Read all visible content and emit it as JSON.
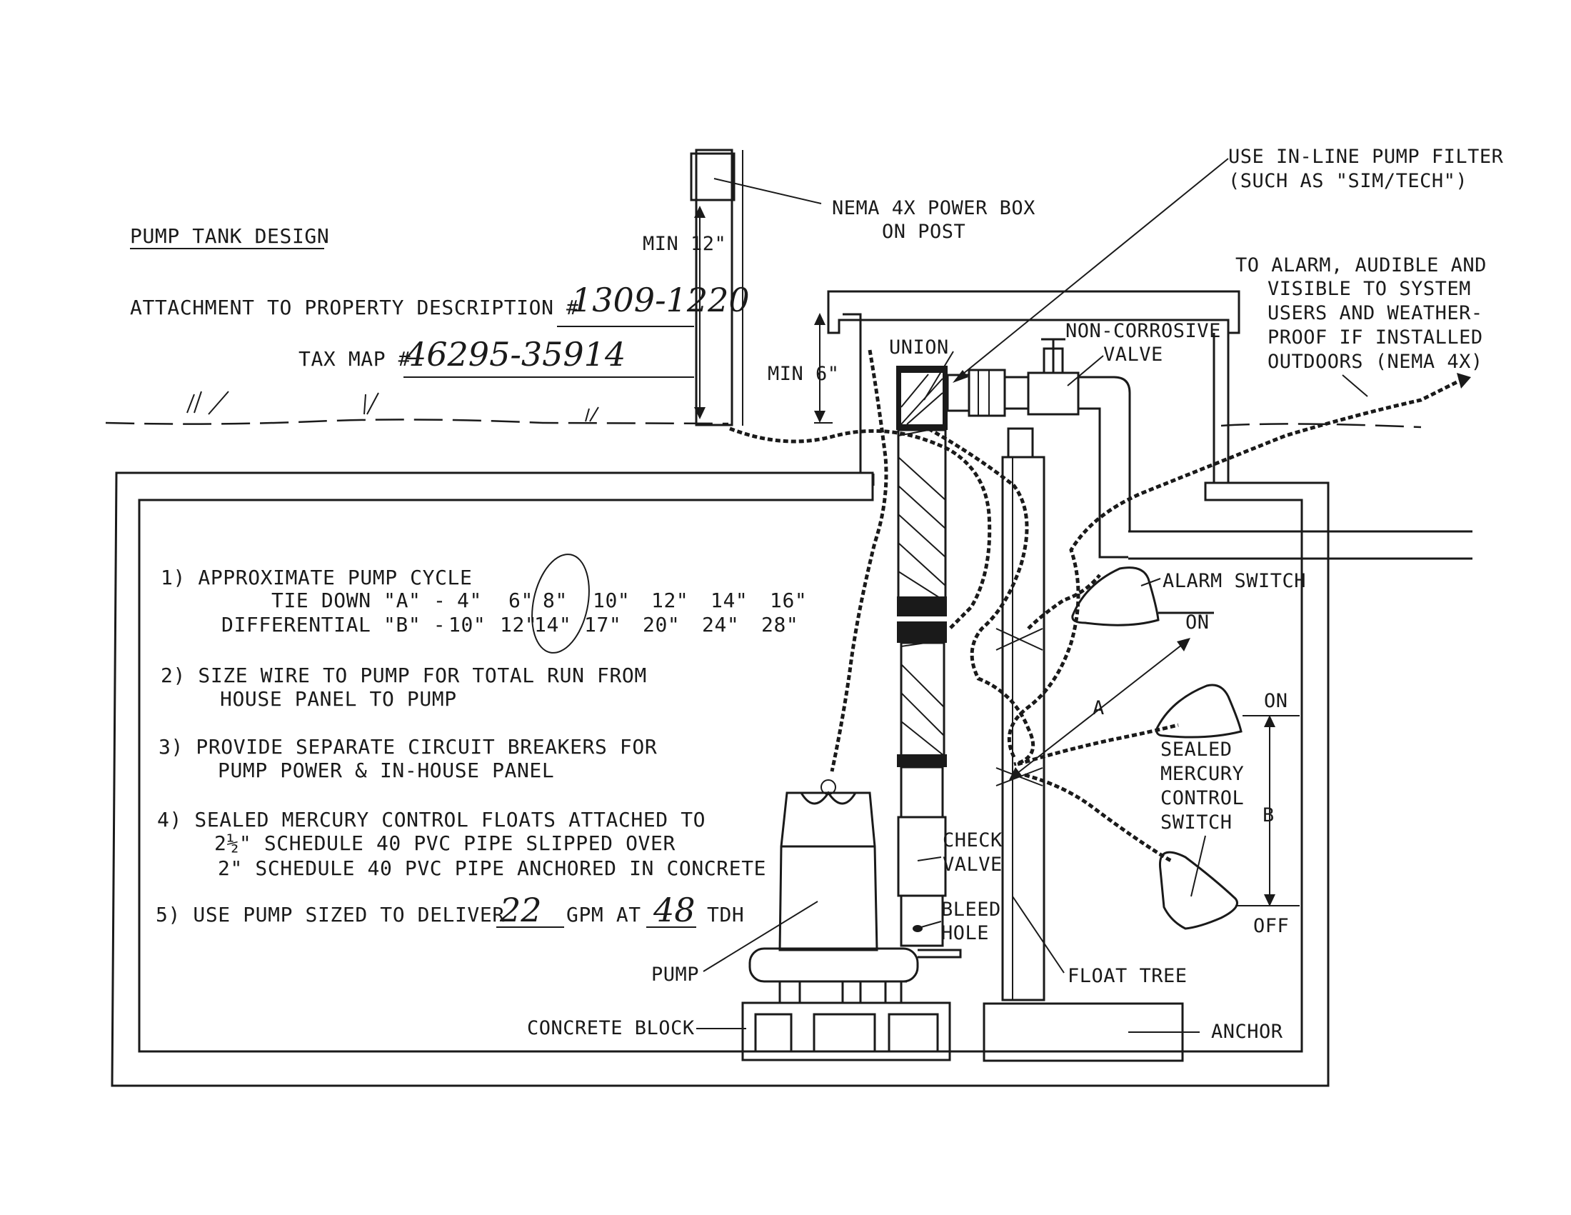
{
  "header": {
    "title": "PUMP TANK DESIGN",
    "attachment_label": "ATTACHMENT TO PROPERTY DESCRIPTION #",
    "attachment_value": "1309-1220",
    "taxmap_label": "TAX MAP #",
    "taxmap_value": "46295-35914"
  },
  "labels": {
    "power_box_1": "NEMA 4X POWER BOX",
    "power_box_2": "ON POST",
    "min12": "MIN 12\"",
    "min6": "MIN 6\"",
    "union": "UNION",
    "filter_1": "USE IN-LINE PUMP FILTER",
    "filter_2": "(SUCH AS \"SIM/TECH\")",
    "valve_1": "NON-CORROSIVE",
    "valve_2": "VALVE",
    "alarm_1": "TO ALARM, AUDIBLE AND",
    "alarm_2": "VISIBLE TO SYSTEM",
    "alarm_3": "USERS AND WEATHER-",
    "alarm_4": "PROOF IF INSTALLED",
    "alarm_5": "OUTDOORS (NEMA 4X)",
    "alarm_switch": "ALARM SWITCH",
    "on": "ON",
    "off": "OFF",
    "dim_a": "A",
    "dim_b": "B",
    "sealed_1": "SEALED",
    "sealed_2": "MERCURY",
    "sealed_3": "CONTROL",
    "sealed_4": "SWITCH",
    "check_1": "CHECK",
    "check_2": "VALVE",
    "bleed_1": "BLEED",
    "bleed_2": "HOLE",
    "pump": "PUMP",
    "float_tree": "FLOAT TREE",
    "concrete_block": "CONCRETE BLOCK",
    "anchor": "ANCHOR"
  },
  "notes": {
    "n1_title": "1) APPROXIMATE PUMP CYCLE",
    "n1_tie_label": "TIE DOWN \"A\" -",
    "tie_values": [
      "4\"",
      "6\"",
      "8\"",
      "10\"",
      "12\"",
      "14\"",
      "16\""
    ],
    "n1_diff_label": "DIFFERENTIAL \"B\" -",
    "diff_values": [
      "10\"",
      "12\"",
      "14\"",
      "17\"",
      "20\"",
      "24\"",
      "28\""
    ],
    "n2_a": "2) SIZE WIRE TO PUMP FOR TOTAL RUN FROM",
    "n2_b": "HOUSE PANEL TO PUMP",
    "n3_a": "3) PROVIDE SEPARATE CIRCUIT BREAKERS FOR",
    "n3_b": "PUMP POWER & IN-HOUSE PANEL",
    "n4_a": "4) SEALED MERCURY CONTROL FLOATS ATTACHED TO",
    "n4_b": "2½\" SCHEDULE 40 PVC PIPE SLIPPED OVER",
    "n4_c": "2\" SCHEDULE 40 PVC PIPE ANCHORED IN CONCRETE",
    "n5_a": "5) USE PUMP SIZED TO DELIVER",
    "n5_gpm_value": "22",
    "n5_b": "GPM AT",
    "n5_tdh_value": "48",
    "n5_c": "TDH"
  }
}
